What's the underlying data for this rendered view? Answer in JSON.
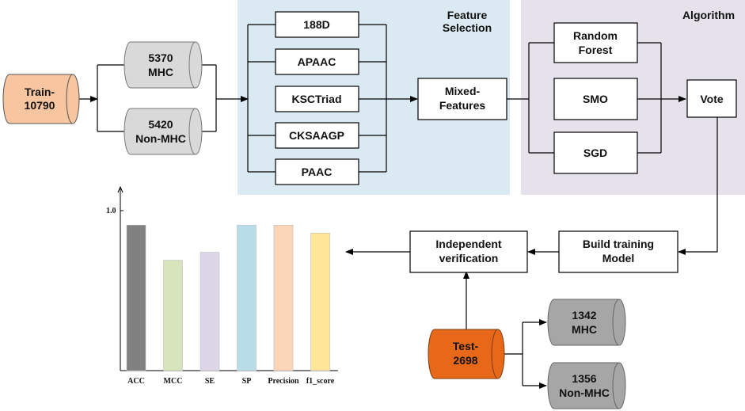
{
  "panels": {
    "feature_selection_title_l1": "Feature",
    "feature_selection_title_l2": "Selection",
    "algorithm_title": "Algorithm"
  },
  "train": {
    "l1": "Train-",
    "l2": "10790",
    "color": "#f7c59f"
  },
  "mhc_train": {
    "l1": "5370",
    "l2": "MHC"
  },
  "nonmhc_train": {
    "l1": "5420",
    "l2": "Non-MHC"
  },
  "features": [
    "188D",
    "APAAC",
    "KSCTriad",
    "CKSAAGP",
    "PAAC"
  ],
  "mixed": {
    "l1": "Mixed-",
    "l2": "Features"
  },
  "algorithms": {
    "rf_l1": "Random",
    "rf_l2": "Forest",
    "smo": "SMO",
    "sgd": "SGD",
    "vote": "Vote"
  },
  "build": {
    "l1": "Build training",
    "l2": "Model"
  },
  "verify": {
    "l1": "Independent",
    "l2": "verification"
  },
  "test": {
    "l1": "Test-",
    "l2": "2698",
    "color": "#e8681a"
  },
  "mhc_test": {
    "l1": "1342",
    "l2": "MHC"
  },
  "nonmhc_test": {
    "l1": "1356",
    "l2": "Non-MHC"
  },
  "colors": {
    "feature_panel": "#dbeaf2",
    "algorithm_panel": "#e6e2ec",
    "cylinder_light": "#d9d9d9",
    "cylinder_dark": "#a6a6a6"
  },
  "chart_data": {
    "type": "bar",
    "categories": [
      "ACC",
      "MCC",
      "SE",
      "SP",
      "Precision",
      "f1_score"
    ],
    "values": [
      0.91,
      0.69,
      0.74,
      0.91,
      0.91,
      0.86
    ],
    "colors": [
      "#808080",
      "#d8e4bc",
      "#dcd6e6",
      "#b7dde8",
      "#fad5b8",
      "#ffe699"
    ],
    "ylim": [
      0,
      1.0
    ],
    "yticks": [
      "1.0"
    ],
    "title": "",
    "xlabel": "",
    "ylabel": ""
  }
}
